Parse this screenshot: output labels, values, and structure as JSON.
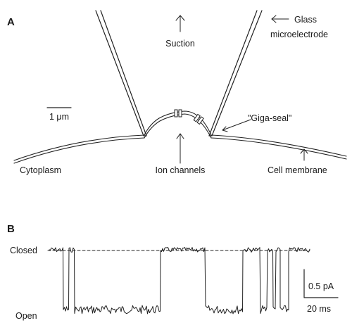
{
  "panel_a": {
    "letter": "A",
    "labels": {
      "suction": "Suction",
      "glass_line1": "Glass",
      "glass_line2": "microelectrode",
      "scale": "1 μm",
      "giga_seal": "\"Giga-seal\"",
      "cytoplasm": "Cytoplasm",
      "ion_channels": "Ion channels",
      "cell_membrane": "Cell membrane"
    }
  },
  "panel_b": {
    "letter": "B",
    "labels": {
      "closed": "Closed",
      "open": "Open",
      "scale_current": "0.5 pA",
      "scale_time": "20 ms"
    }
  },
  "colors": {
    "ink": "#222222",
    "background": "#ffffff"
  }
}
